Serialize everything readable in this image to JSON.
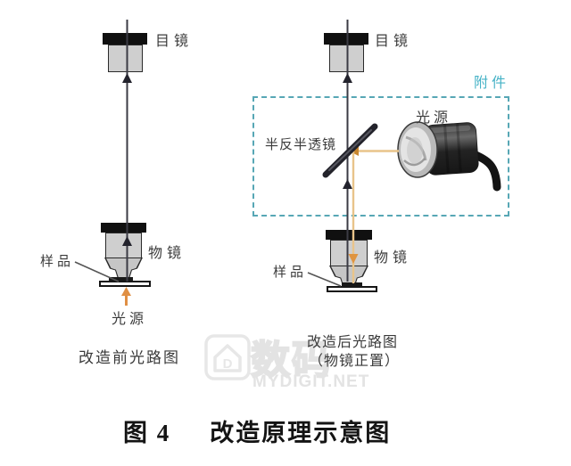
{
  "left": {
    "eyepiece": "目镜",
    "objective": "物镜",
    "sample": "样品",
    "light_source": "光源",
    "caption": "改造前光路图"
  },
  "right": {
    "eyepiece": "目镜",
    "attachment": "附件",
    "beam_splitter": "半反半透镜",
    "light_source": "光源",
    "objective": "物镜",
    "sample": "样品",
    "caption_line1": "改造后光路图",
    "caption_line2": "（物镜正置）"
  },
  "figure_caption": {
    "prefix": "图 4",
    "title": "改造原理示意图"
  },
  "watermark": {
    "brand": "数码",
    "site": "MYDIGIT.NET",
    "letter": "D"
  },
  "colors": {
    "line_dark": "#3b3b44",
    "orange": "#e08f44",
    "pale_orange": "#e9c48a",
    "teal_box": "#57a7b5",
    "teal_text": "#45b2c6",
    "watermark_gray": "#e3e3e3"
  }
}
